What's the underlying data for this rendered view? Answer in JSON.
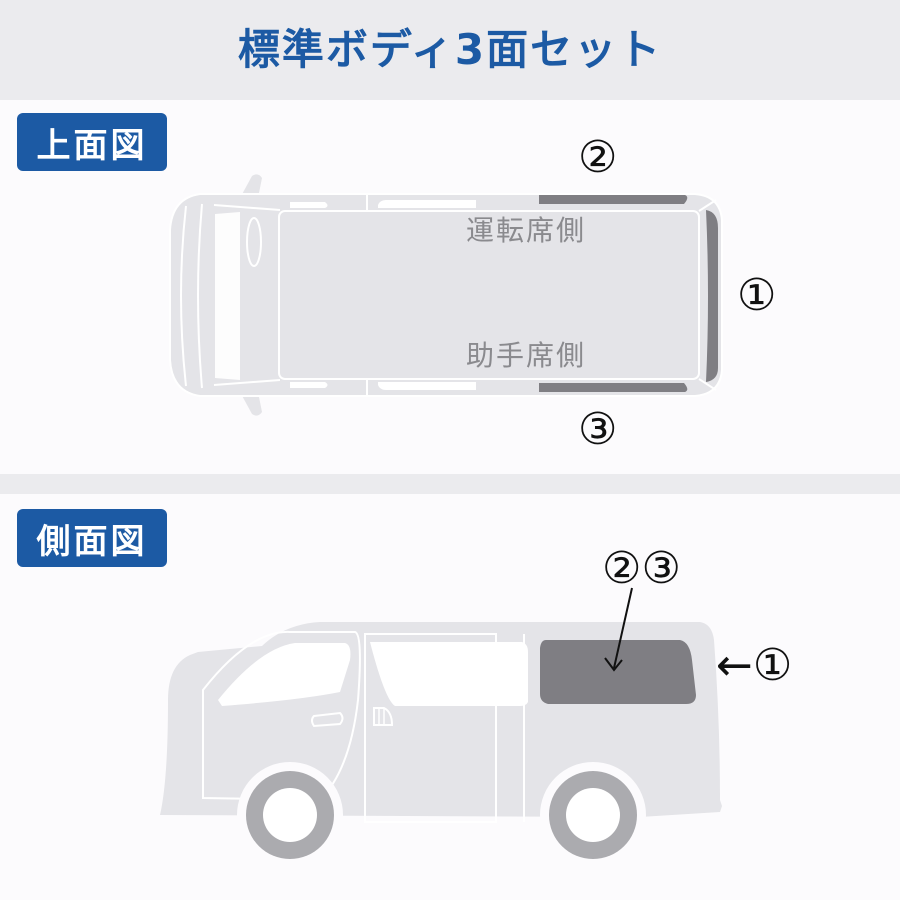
{
  "header": {
    "title": "標準ボディ3面セット"
  },
  "sections": {
    "top_view": {
      "badge": "上面図",
      "labels": {
        "driver_side": "運転席側",
        "passenger_side": "助手席側"
      },
      "markers": {
        "rear": "①",
        "driver": "②",
        "passenger": "③"
      }
    },
    "side_view": {
      "badge": "側面図",
      "markers": {
        "side_windows": "②③",
        "rear": "←①"
      }
    }
  },
  "colors": {
    "accent": "#1c5aa4",
    "band": "#ebebee",
    "vehicle_body": "#e4e4e8",
    "film_highlight": "#7f7e83",
    "tire": "#ababaf",
    "label_gray": "#8a8a8e"
  }
}
